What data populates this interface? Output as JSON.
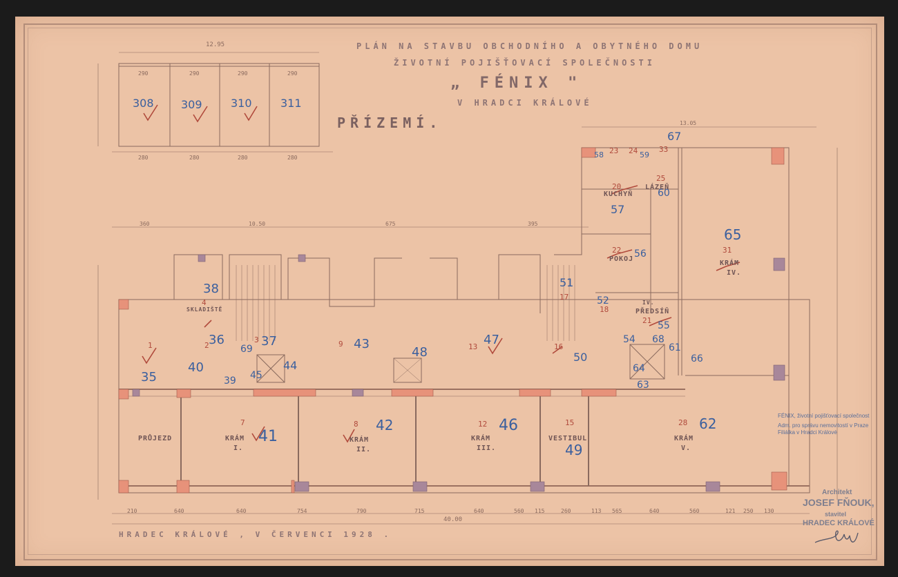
{
  "title": {
    "line1": "PLÁN NA STAVBU OBCHODNÍHO A OBYTNÉHO DOMU",
    "line2": "ŽIVOTNÍ POJIŠŤOVACÍ SPOLEČNOSTI",
    "name": "„ FÉNIX \"",
    "line4": "V HRADCI KRÁLOVÉ"
  },
  "floor_label": "PŘÍZEMÍ.",
  "place_date": "HRADEC KRÁLOVÉ , V ČERVENCI 1928 .",
  "rooms": {
    "pruchod": "PRŮJEZD",
    "kram1": "KRÁM",
    "kram1_num": "I.",
    "kram2": "KRÁM",
    "kram2_num": "II.",
    "kram3": "KRÁM",
    "kram3_num": "III.",
    "vestibul": "VESTIBUL",
    "kram5": "KRÁM",
    "kram5_num": "V.",
    "kram4": "KRÁM",
    "kram4_num": "IV.",
    "skladiste": "SKLADIŠTĚ",
    "kuchyne": "KUCHYŇ",
    "lazne": "LÁZEŇ",
    "pokoj": "POKOJ",
    "predsin": "PŘEDSÍŇ",
    "predsin_num": "IV."
  },
  "red_numbers": [
    "1",
    "2",
    "3",
    "4",
    "7",
    "8",
    "9",
    "12",
    "13",
    "15",
    "16",
    "17",
    "18",
    "20",
    "21",
    "22",
    "23",
    "24",
    "25",
    "28",
    "31",
    "33"
  ],
  "blue_numbers": {
    "garage": [
      "308",
      "309",
      "310",
      "311"
    ],
    "rooms": [
      "35",
      "36",
      "37",
      "38",
      "39",
      "40",
      "41",
      "42",
      "43",
      "44",
      "45",
      "46",
      "47",
      "48",
      "49",
      "50",
      "51",
      "52",
      "54",
      "55",
      "56",
      "57",
      "58",
      "59",
      "60",
      "61",
      "62",
      "63",
      "64",
      "65",
      "66",
      "67",
      "68",
      "69"
    ]
  },
  "dimensions": {
    "garage_total": "12.95",
    "garage_bays": [
      "290",
      "290",
      "290",
      "290"
    ],
    "garage_bottom": [
      "280",
      "280",
      "280",
      "280"
    ],
    "front": [
      "210",
      "640",
      "640",
      "754",
      "790",
      "715",
      "640",
      "560",
      "115",
      "260",
      "113",
      "565",
      "640",
      "560",
      "121",
      "250",
      "130"
    ],
    "overall": "40.00",
    "top": [
      "360",
      "10.50",
      "675",
      "395"
    ],
    "right_block": "13.05"
  },
  "stamp": {
    "line1": "FÉNIX, životní pojišťovací společnost",
    "line2": "Adm. pro správu nemovitostí v Praze",
    "line3": "Filiálka v Hradci Králové"
  },
  "architect": {
    "label": "Architekt",
    "name": "JOSEF FŇOUK,",
    "role": "stavitel",
    "city": "HRADEC KRÁLOVÉ"
  },
  "colors": {
    "paper": "#ecc3a6",
    "ink": "#8a6a5e",
    "red_pencil": "#b04a3c",
    "blue_pencil": "#3a5f9e",
    "pier": "#e7927a",
    "pier_dark": "#a8879a"
  }
}
